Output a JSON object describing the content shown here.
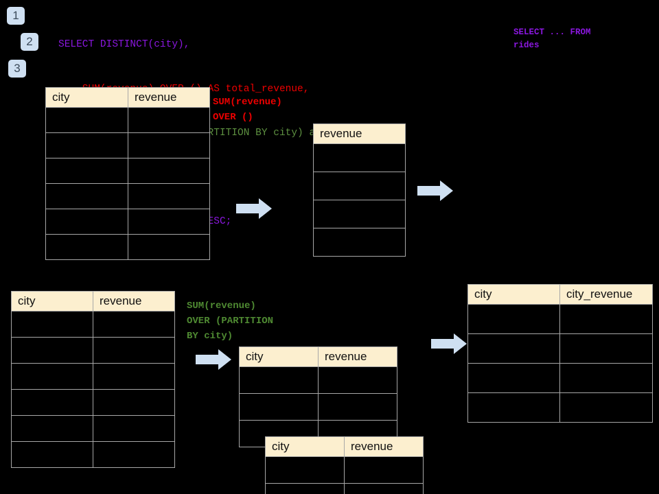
{
  "theme": {
    "background": "#000000",
    "header_fill": "#fcefcf",
    "cell_border": "#a8a8a8",
    "badge_fill": "#cfe0f2",
    "badge_text": "#3b4a5a",
    "arrow_fill": "#cfe0f2",
    "purple": "#8b17e0",
    "red": "#ee0000",
    "green": "#5d9040"
  },
  "steps": [
    {
      "label": "1"
    },
    {
      "label": "2"
    },
    {
      "label": "3"
    }
  ],
  "sql": {
    "lines": [
      {
        "text": "SELECT DISTINCT(city),",
        "color": "purple"
      },
      {
        "text": "    SUM(revenue) OVER () AS total_revenue,",
        "color": "red"
      },
      {
        "text": "    SUM(revenue) OVER (PARTITION BY city) as city_revenue",
        "color": "green"
      },
      {
        "text": "  FROM rides",
        "color": "purple"
      },
      {
        "text": "  ORDER by city_revenue DESC;",
        "color": "purple"
      }
    ]
  },
  "sql_side": {
    "text": "SELECT ... FROM\nrides"
  },
  "annotations": {
    "total_revenue": "SUM(revenue)\nOVER ()",
    "city_revenue": "SUM(revenue)\nOVER (PARTITION\nBY city)"
  },
  "tables": {
    "rides_top": {
      "name": "rides-source-table-top",
      "columns": [
        "city",
        "revenue"
      ],
      "rows": [
        [
          "",
          ""
        ],
        [
          "",
          ""
        ],
        [
          "",
          ""
        ],
        [
          "",
          ""
        ],
        [
          "",
          ""
        ],
        [
          "",
          ""
        ]
      ]
    },
    "total_revenue": {
      "name": "total-revenue-table",
      "columns": [
        "revenue"
      ],
      "rows": [
        [
          ""
        ],
        [
          ""
        ],
        [
          ""
        ],
        [
          ""
        ]
      ]
    },
    "rides_bottom": {
      "name": "rides-source-table-bottom",
      "columns": [
        "city",
        "revenue"
      ],
      "rows": [
        [
          "",
          ""
        ],
        [
          "",
          ""
        ],
        [
          "",
          ""
        ],
        [
          "",
          ""
        ],
        [
          "",
          ""
        ],
        [
          "",
          ""
        ]
      ]
    },
    "partition_back": {
      "name": "partition-table-back",
      "columns": [
        "city",
        "revenue"
      ],
      "rows": [
        [
          "",
          ""
        ],
        [
          "",
          ""
        ],
        [
          "",
          ""
        ]
      ]
    },
    "partition_front": {
      "name": "partition-table-front",
      "columns": [
        "city",
        "revenue"
      ],
      "rows": [
        [
          "",
          ""
        ],
        [
          "",
          ""
        ]
      ]
    },
    "result": {
      "name": "result-table",
      "columns": [
        "city",
        "city_revenue"
      ],
      "rows": [
        [
          "",
          ""
        ],
        [
          "",
          ""
        ],
        [
          "",
          ""
        ],
        [
          "",
          ""
        ]
      ]
    }
  },
  "arrows": [
    {
      "name": "arrow-top-left"
    },
    {
      "name": "arrow-top-right"
    },
    {
      "name": "arrow-bottom-left"
    },
    {
      "name": "arrow-bottom-right"
    }
  ]
}
